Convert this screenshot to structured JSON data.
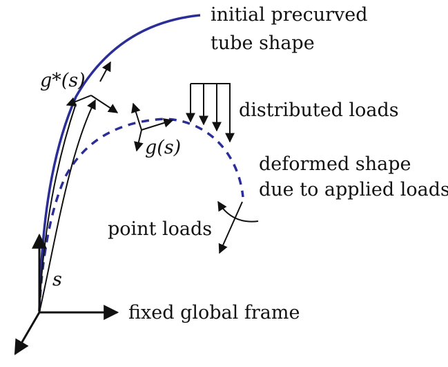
{
  "colors": {
    "tube": "#2b2e96",
    "ink": "#111111"
  },
  "labels": {
    "initial_shape": [
      "initial precurved",
      "tube shape"
    ],
    "g_star": "g*(s)",
    "g": "g(s)",
    "distributed_loads": "distributed loads",
    "deformed_shape": [
      "deformed shape",
      "due to applied loads"
    ],
    "point_loads": "point loads",
    "s": "s",
    "fixed_frame": "fixed global frame"
  }
}
